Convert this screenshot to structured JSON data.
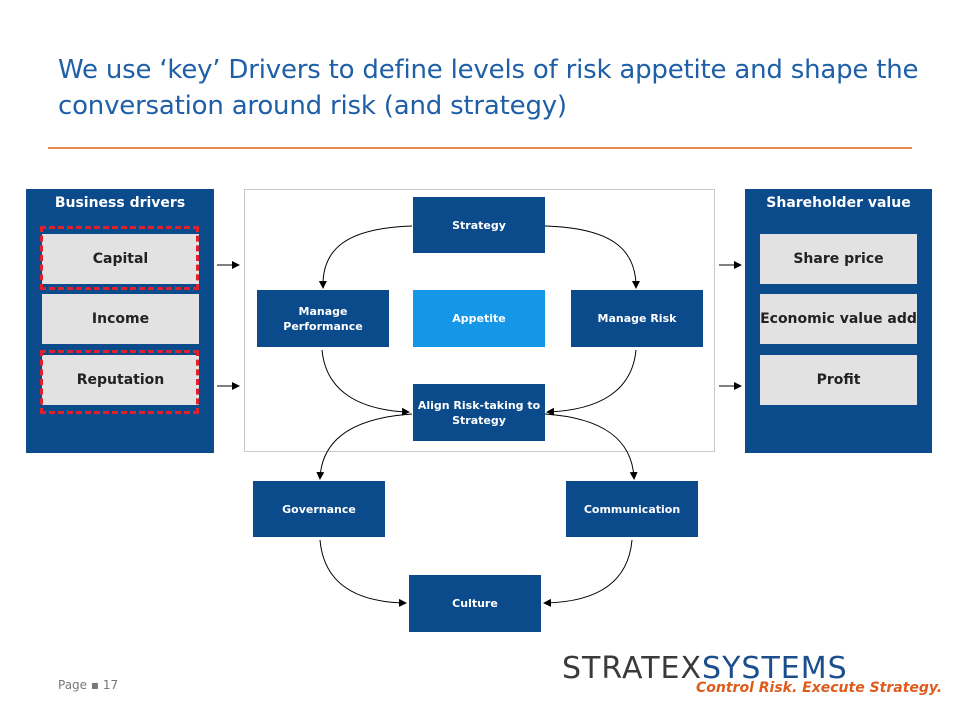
{
  "title": "We use ‘key’ Drivers to define levels of risk appetite and shape the conversation around risk (and strategy)",
  "business_drivers": {
    "heading": "Business drivers",
    "items": [
      "Capital",
      "Income",
      "Reputation"
    ]
  },
  "shareholder_value": {
    "heading": "Shareholder value",
    "items": [
      "Share price",
      "Economic value add",
      "Profit"
    ]
  },
  "cycle": {
    "strategy": "Strategy",
    "manage_performance": "Manage Performance",
    "appetite": "Appetite",
    "manage_risk": "Manage Risk",
    "align": "Align Risk-taking to Strategy",
    "governance": "Governance",
    "communication": "Communication",
    "culture": "Culture"
  },
  "footer": {
    "page_label": "Page ▪ 17"
  },
  "logo": {
    "word_part1": "STRATEX",
    "word_part2": "SYSTEMS",
    "tagline": "Control Risk. Execute Strategy."
  },
  "colors": {
    "title": "#1f5fa8",
    "panel": "#0b4a8b",
    "appetite": "#1597e8",
    "rule": "#e88a4b",
    "highlight": "#e0202a"
  }
}
